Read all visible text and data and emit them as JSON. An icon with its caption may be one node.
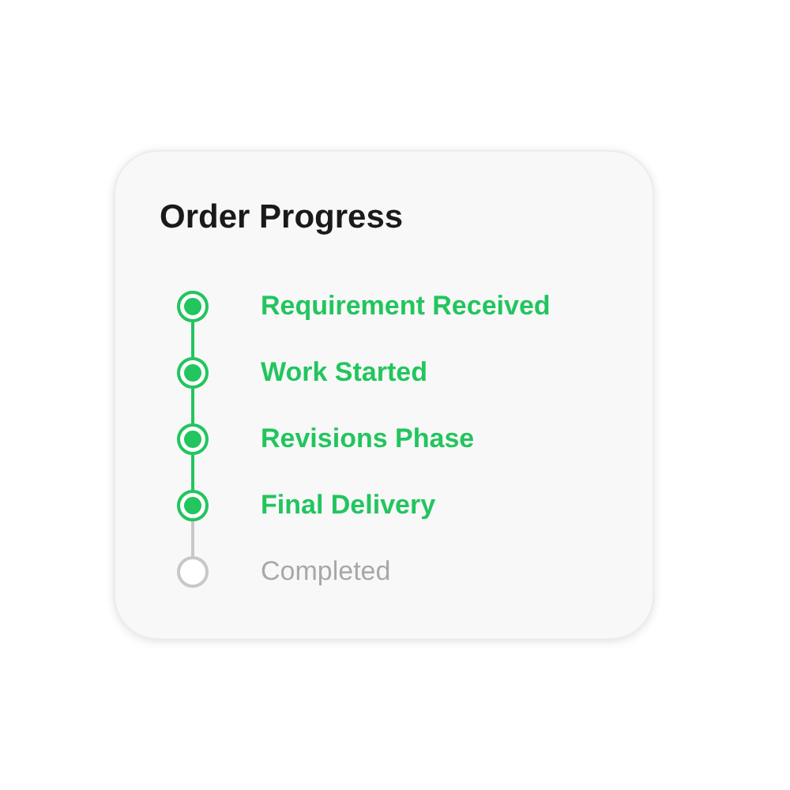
{
  "diagram": {
    "nodes": [
      {
        "text": [
          "Order Progress"
        ]
      },
      {
        "text": [
          "Requirement Received"
        ],
        "in": 0
      },
      {
        "text": [
          "Work Started"
        ],
        "in": 0
      },
      {
        "text": [
          "Revisions Phase"
        ],
        "in": 0
      },
      {
        "text": [
          "Final Delivery"
        ],
        "in": 0
      },
      {
        "text": [
          "Completed"
        ],
        "in": 0
      }
    ],
    "edges": [
      {
        "from": 1,
        "to": 2,
        "arrow": "none"
      },
      {
        "from": 2,
        "to": 3,
        "arrow": "none"
      },
      {
        "from": 3,
        "to": 4,
        "arrow": "none"
      },
      {
        "from": 4,
        "to": 5,
        "arrow": "none",
        "color": "#c8c8c8"
      }
    ]
  }
}
